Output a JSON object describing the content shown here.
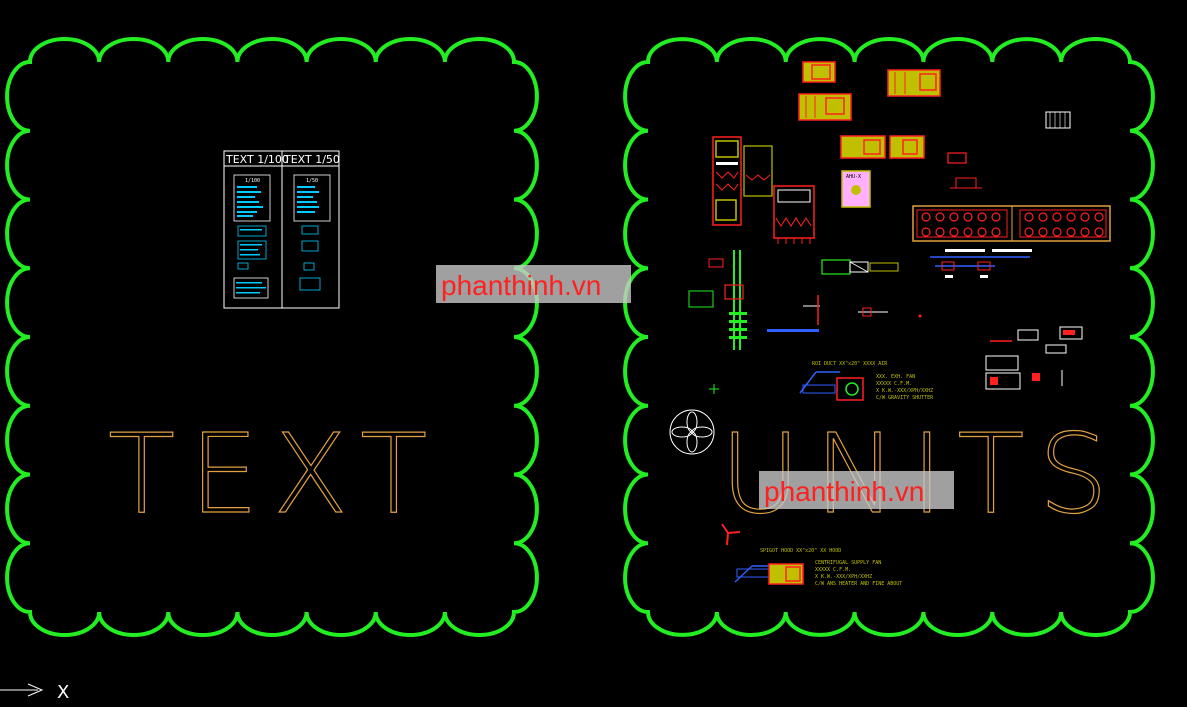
{
  "drawing": {
    "background": "#000000",
    "revision_cloud_color": "#22ee22",
    "left_cloud": {
      "big_label": "TEXT",
      "label_color": "#e0a040"
    },
    "right_cloud": {
      "big_label": "UNITS",
      "label_color": "#e0a040"
    },
    "text_table": {
      "headers": [
        "TEXT 1/100",
        "TEXT 1/50"
      ],
      "col1_header": "1/100",
      "col2_header": "1/50",
      "text_color": "#ffffff",
      "detail_color": "#00ccff"
    },
    "watermarks": [
      {
        "text": "phanthinh.vn",
        "color": "#ff2020",
        "bg": "#c8c8c8"
      },
      {
        "text": "phanthinh.vn",
        "color": "#ff2020",
        "bg": "#c8c8c8"
      }
    ],
    "annotations": {
      "exhaust_fan_1": "XXX. EXH. FAN",
      "exhaust_fan_2": "XXXXX C.F.M.",
      "exhaust_fan_3": "X K.W.-XXX/XPH/XXHZ",
      "exhaust_fan_4": "C/W GRAVITY SHUTTER",
      "supply_fan_1": "CENTRIFUGAL SUPPLY FAN",
      "supply_fan_2": "XXXXX C.F.M.",
      "supply_fan_3": "X K.W.-XXX/XPH/XXHZ",
      "supply_fan_4": "C/W ANS HEATER AND FINE ABOUT",
      "duct_note_1": "ROI DUCT XX\"x20\" XXXX AIR",
      "duct_note_2": "SPIGOT HOOD XX\"x20\" XX HOOD",
      "ahu_label": "AHU-X"
    },
    "ucs_icon": {
      "x_label": "X",
      "color": "#ffffff"
    }
  }
}
